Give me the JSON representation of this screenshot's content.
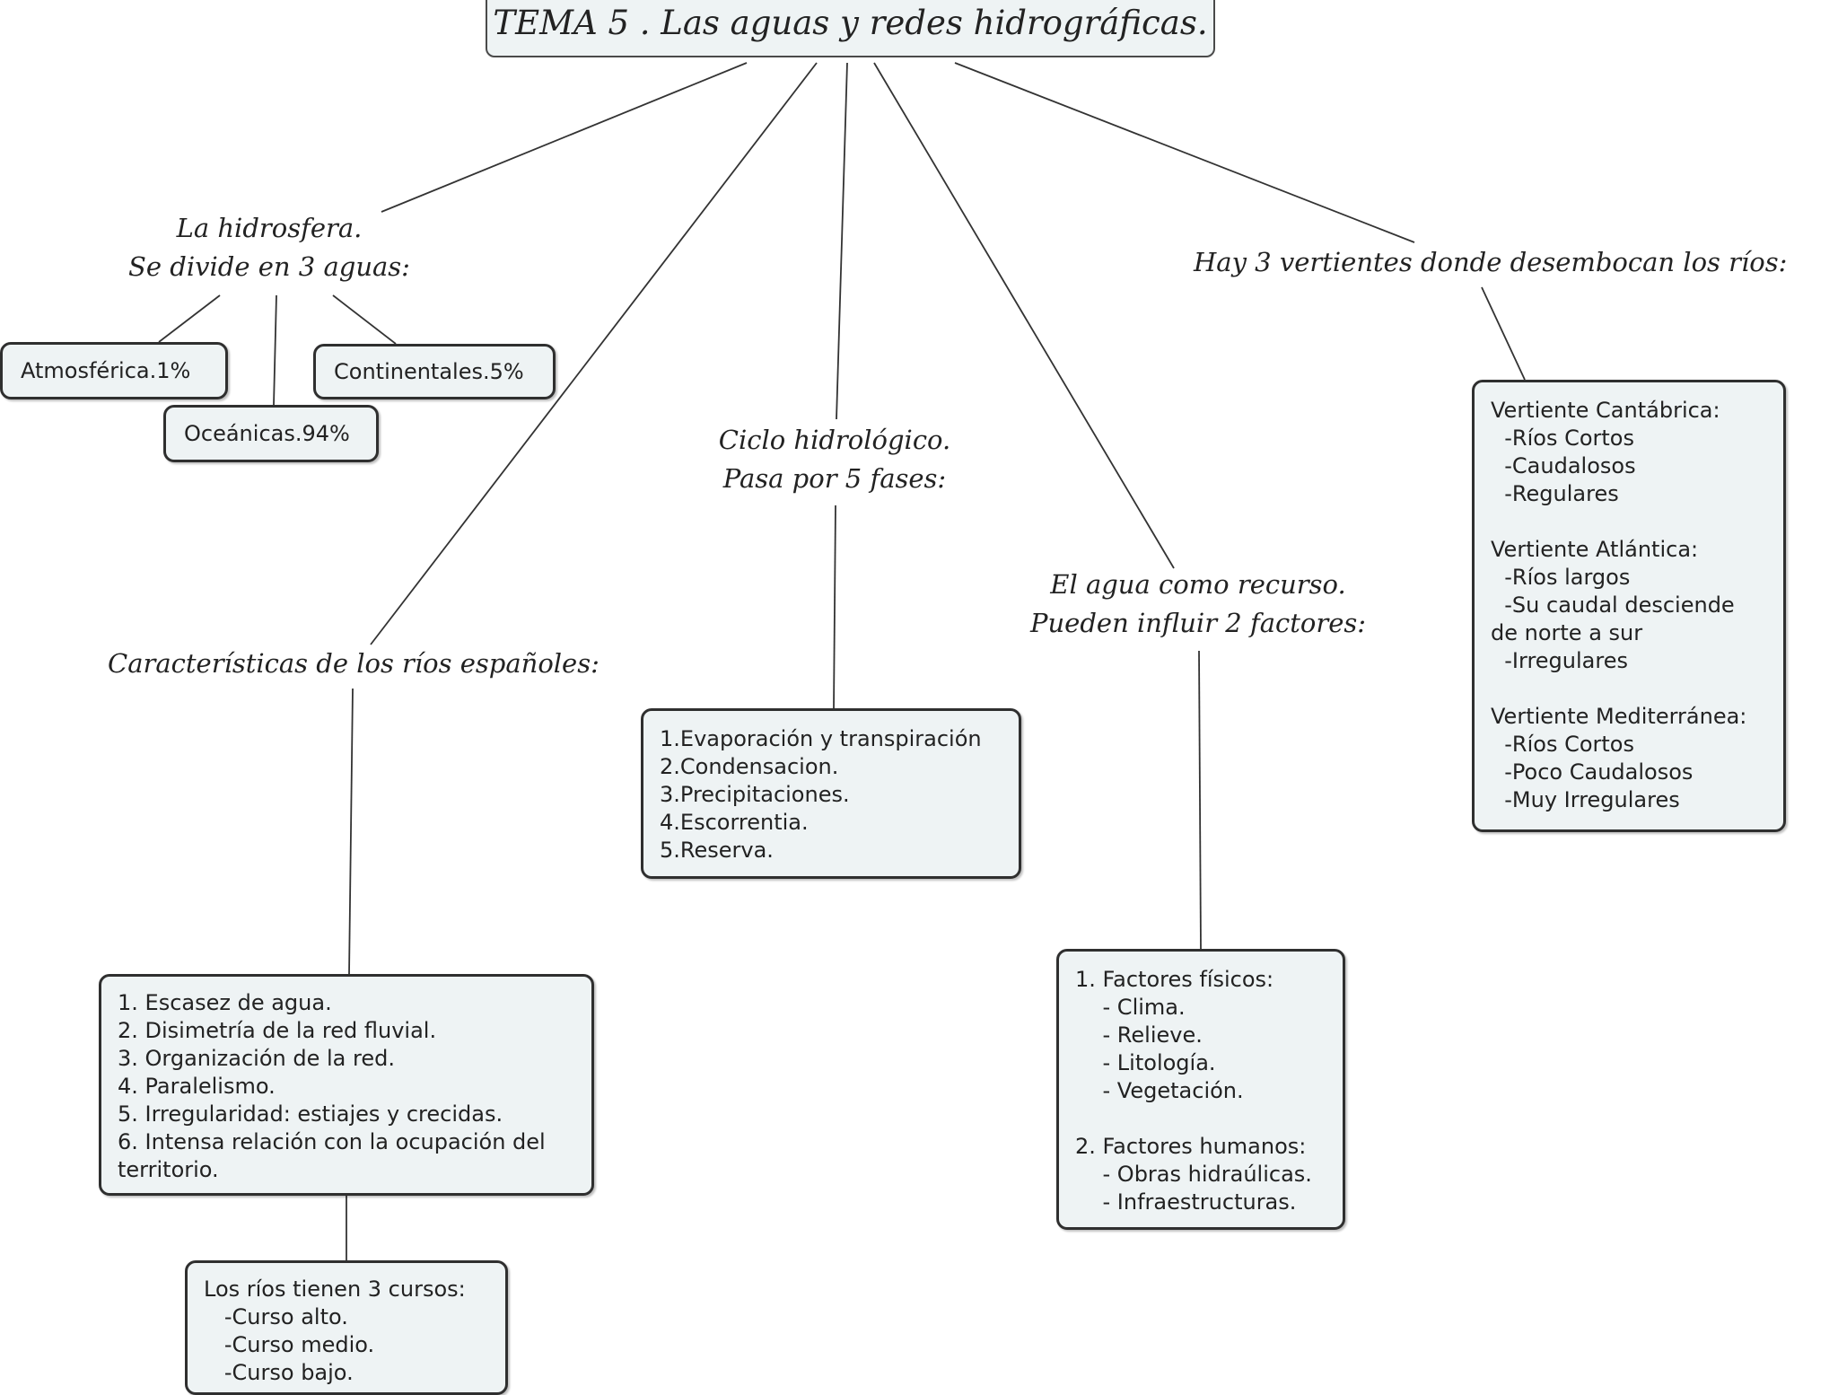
{
  "title": "TEMA 5 . Las aguas y redes hidrográficas.",
  "hidrosfera": {
    "label": [
      "La hidrosfera.",
      "Se divide en 3 aguas:"
    ],
    "atmosferica": "Atmosférica.1%",
    "oceanicas": "Oceánicas.94%",
    "continentales": "Continentales.5%"
  },
  "caracteristicas": {
    "label": "Características de los ríos españoles:",
    "items": [
      "1. Escasez de agua.",
      "2. Disimetría de la red fluvial.",
      "3. Organización de la red.",
      "4. Paralelismo.",
      "5. Irregularidad: estiajes y crecidas.",
      "6. Intensa relación con la ocupación del",
      "territorio."
    ],
    "cursos": [
      "Los ríos tienen 3 cursos:",
      "   -Curso alto.",
      "   -Curso medio.",
      "   -Curso bajo."
    ]
  },
  "ciclo": {
    "label": [
      "Ciclo hidrológico.",
      "Pasa por 5 fases:"
    ],
    "items": [
      "1.Evaporación y transpiración",
      "2.Condensacion.",
      "3.Precipitaciones.",
      "4.Escorrentia.",
      "5.Reserva."
    ]
  },
  "recurso": {
    "label": [
      "El agua como recurso.",
      "Pueden influir 2 factores:"
    ],
    "items": [
      "1. Factores físicos:",
      "    - Clima.",
      "    - Relieve.",
      "    - Litología.",
      "    - Vegetación.",
      "",
      "2. Factores humanos:",
      "    - Obras hidraúlicas.",
      "    - Infraestructuras."
    ]
  },
  "vertientes": {
    "label": "Hay 3 vertientes donde desembocan los ríos:",
    "items": [
      "Vertiente Cantábrica:",
      "  -Ríos Cortos",
      "  -Caudalosos",
      "  -Regulares",
      "",
      "Vertiente Atlántica:",
      "  -Ríos largos",
      "  -Su caudal desciende",
      "de norte a sur",
      "  -Irregulares",
      "",
      "Vertiente Mediterránea:",
      "  -Ríos Cortos",
      "  -Poco Caudalosos",
      "  -Muy Irregulares"
    ]
  }
}
